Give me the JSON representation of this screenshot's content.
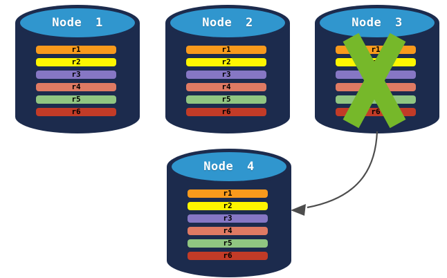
{
  "nodes": [
    {
      "id": "node-1",
      "label": "Node 1",
      "status": "active"
    },
    {
      "id": "node-2",
      "label": "Node 2",
      "status": "active"
    },
    {
      "id": "node-3",
      "label": "Node 3",
      "status": "failed"
    },
    {
      "id": "node-4",
      "label": "Node 4",
      "status": "active"
    }
  ],
  "replicas": [
    {
      "label": "r1",
      "color": "#F89A1C"
    },
    {
      "label": "r2",
      "color": "#FEF500"
    },
    {
      "label": "r3",
      "color": "#8677C4"
    },
    {
      "label": "r4",
      "color": "#DF7A63"
    },
    {
      "label": "r5",
      "color": "#90C581"
    },
    {
      "label": "r6",
      "color": "#C23B27"
    }
  ],
  "failure": {
    "icon": "x-mark",
    "on_node": "Node 3"
  },
  "arrow": {
    "from": "Node 3",
    "to": "Node 4"
  },
  "colors": {
    "background": "#FFFFFF",
    "cylinder_body": "#1C2B4D",
    "cylinder_top": "#3096CE",
    "node_label_text": "#FFFFFF",
    "replica_label_text": "#000000",
    "failure_x": "#76B82A",
    "arrow": "#4D4D4D"
  }
}
